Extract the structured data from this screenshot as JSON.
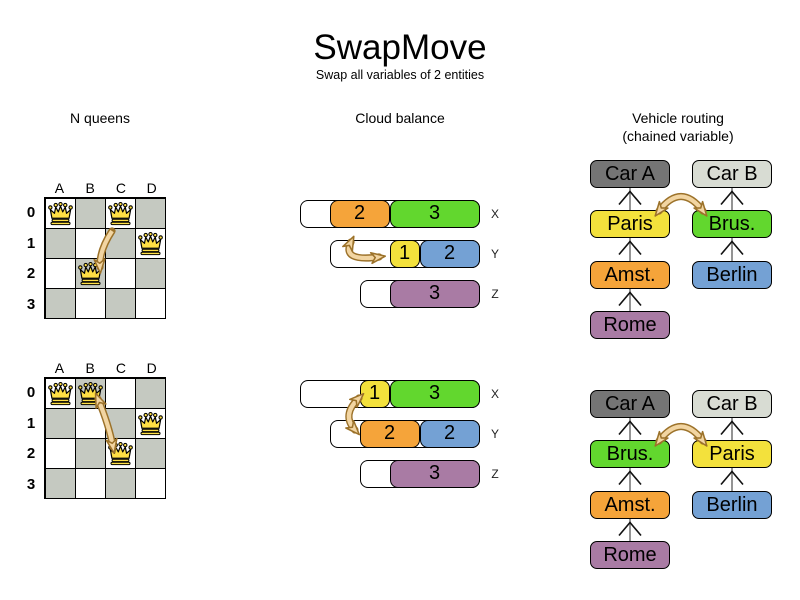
{
  "title": "SwapMove",
  "subtitle": "Swap all variables of 2 entities",
  "sections": {
    "nqueens": {
      "header": "N queens"
    },
    "cloud": {
      "header": "Cloud balance"
    },
    "vehicle": {
      "header_line1": "Vehicle routing",
      "header_line2": "(chained variable)"
    }
  },
  "nqueens": {
    "col_labels": [
      "A",
      "B",
      "C",
      "D"
    ],
    "row_labels": [
      "0",
      "1",
      "2",
      "3"
    ],
    "before": {
      "queens": [
        "A0",
        "C0",
        "D1",
        "B2"
      ]
    },
    "after": {
      "queens": [
        "A0",
        "B0",
        "D1",
        "C2"
      ]
    }
  },
  "cloud": {
    "row_labels": [
      "X",
      "Y",
      "Z"
    ],
    "before": {
      "rows": [
        {
          "computer": "X",
          "blocks": [
            {
              "value": "2",
              "color": "orange"
            },
            {
              "value": "3",
              "color": "green"
            }
          ]
        },
        {
          "computer": "Y",
          "blocks": [
            {
              "value": "1",
              "color": "yellow"
            },
            {
              "value": "2",
              "color": "blue"
            }
          ]
        },
        {
          "computer": "Z",
          "blocks": [
            {
              "value": "3",
              "color": "purple"
            }
          ]
        }
      ]
    },
    "after": {
      "rows": [
        {
          "computer": "X",
          "blocks": [
            {
              "value": "1",
              "color": "yellow"
            },
            {
              "value": "3",
              "color": "green"
            }
          ]
        },
        {
          "computer": "Y",
          "blocks": [
            {
              "value": "2",
              "color": "orange"
            },
            {
              "value": "2",
              "color": "blue"
            }
          ]
        },
        {
          "computer": "Z",
          "blocks": [
            {
              "value": "3",
              "color": "purple"
            }
          ]
        }
      ]
    }
  },
  "vehicle": {
    "before": {
      "chain_a": [
        "Car A",
        "Paris",
        "Amst.",
        "Rome"
      ],
      "chain_b": [
        "Car B",
        "Brus.",
        "Berlin"
      ]
    },
    "after": {
      "chain_a": [
        "Car A",
        "Brus.",
        "Amst.",
        "Rome"
      ],
      "chain_b": [
        "Car B",
        "Paris",
        "Berlin"
      ]
    }
  },
  "colors": {
    "orange": "#F5A43A",
    "green": "#62D72E",
    "yellow": "#F3E13C",
    "blue": "#74A1D4",
    "purple": "#A97BA4",
    "car_a_gray": "#757575",
    "car_b_gray": "#D8DCD3",
    "board_dark_cell": "#C5C9C1",
    "queen_gold": "#FFDF45",
    "swap_arrow_fill": "#F2D5A2",
    "swap_arrow_outline": "#9C722A"
  }
}
